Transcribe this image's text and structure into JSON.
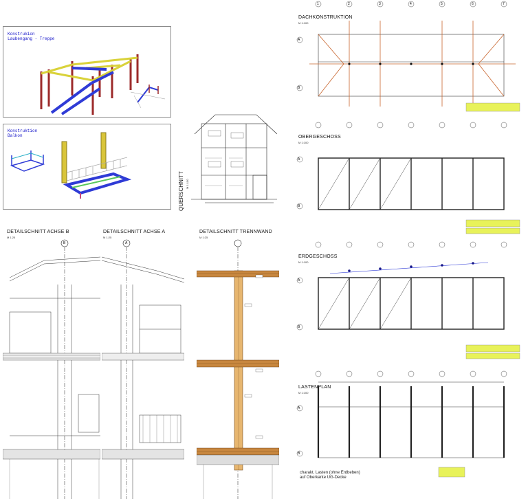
{
  "panels": {
    "construction_stair": {
      "line1": "Konstrukion",
      "line2": "Laubengang - Treppe"
    },
    "construction_balcony": {
      "line1": "Konstruktion",
      "line2": "Balkon"
    }
  },
  "section": {
    "title": "QUERSCHNITT",
    "scale": "M 1:100"
  },
  "details": [
    {
      "title": "DETAILSCHNITT ACHSE B",
      "scale": "M 1:25",
      "axis": "B"
    },
    {
      "title": "DETAILSCHNITT ACHSE A",
      "scale": "M 1:25",
      "axis": "A"
    },
    {
      "title": "DETAILSCHNITT TRENNWAND",
      "scale": "M 1:25",
      "axis": ""
    }
  ],
  "plans": [
    {
      "title": "DACHKONSTRUKTION",
      "scale": "M 1:100"
    },
    {
      "title": "OBERGESCHOSS",
      "scale": "M 1:100"
    },
    {
      "title": "ERDGESCHOSS",
      "scale": "M 1:100"
    },
    {
      "title": "LASTENPLAN",
      "scale": "M 1:100"
    }
  ],
  "grid_columns": [
    "1",
    "2",
    "3",
    "4",
    "5",
    "6",
    "7"
  ],
  "grid_rows": [
    "A",
    "B"
  ],
  "load_note": {
    "line1": "charakt. Lasten (ohne Erdbeben)",
    "line2": "auf Oberkante UG-Decke"
  },
  "colors": {
    "steel_blue": "#2f3bd6",
    "column_red": "#9c2a2a",
    "beam_yellow": "#d9d23a",
    "timber": "#c8873f",
    "orange_line": "#c8642c",
    "highlight_box": "#e8f25a"
  }
}
